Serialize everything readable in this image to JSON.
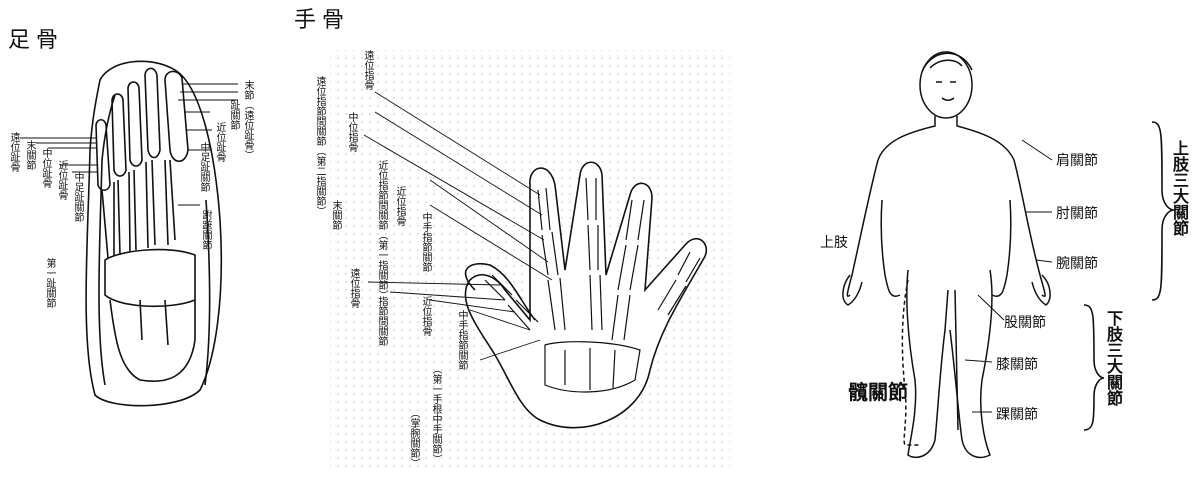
{
  "foot": {
    "title": "足骨",
    "labels": [
      "遠位趾骨",
      "末關節",
      "中位趾骨",
      "近位趾骨",
      "中足趾關節",
      "第一趾關節",
      "末節（遠位趾骨）",
      "趾關節",
      "近位趾骨",
      "中足趾關節",
      "跗蹠關節"
    ]
  },
  "hand": {
    "title": "手骨",
    "labels": [
      "遠位指骨",
      "遠位指節間關節（第二指關節）",
      "中位指骨",
      "末關節",
      "近位指節間關節（第一指關節）",
      "近位指骨",
      "中手指節關節",
      "遠位指骨",
      "指節間關節",
      "近位指骨",
      "中手指節關節",
      "（第一手根中手關節）",
      "（掌腕關節）"
    ]
  },
  "body": {
    "upper_limb": "上肢",
    "upper_group": "上肢三大關節",
    "lower_group": "下肢三大關節",
    "hip_joint": "髖關節",
    "joints": [
      "肩關節",
      "肘關節",
      "腕關節",
      "股關節",
      "膝關節",
      "踝關節"
    ]
  }
}
